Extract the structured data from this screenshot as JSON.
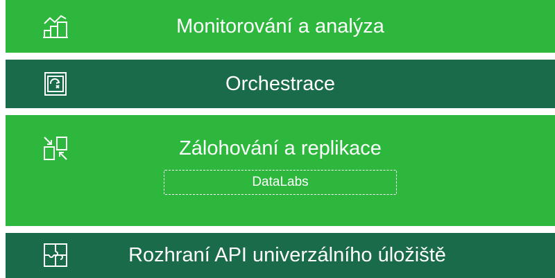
{
  "layers": [
    {
      "label": "Monitorování a analýza",
      "icon": "chart-buildings-icon",
      "color": "#2db83d"
    },
    {
      "label": "Orchestrace",
      "icon": "orchestration-window-icon",
      "color": "#1a6b4a"
    },
    {
      "label": "Zálohování a replikace",
      "icon": "replication-arrows-icon",
      "color": "#2db83d",
      "sublabel": "DataLabs"
    },
    {
      "label": "Rozhraní API univerzálního úložiště",
      "icon": "puzzle-icon",
      "color": "#1a6b4a"
    }
  ]
}
